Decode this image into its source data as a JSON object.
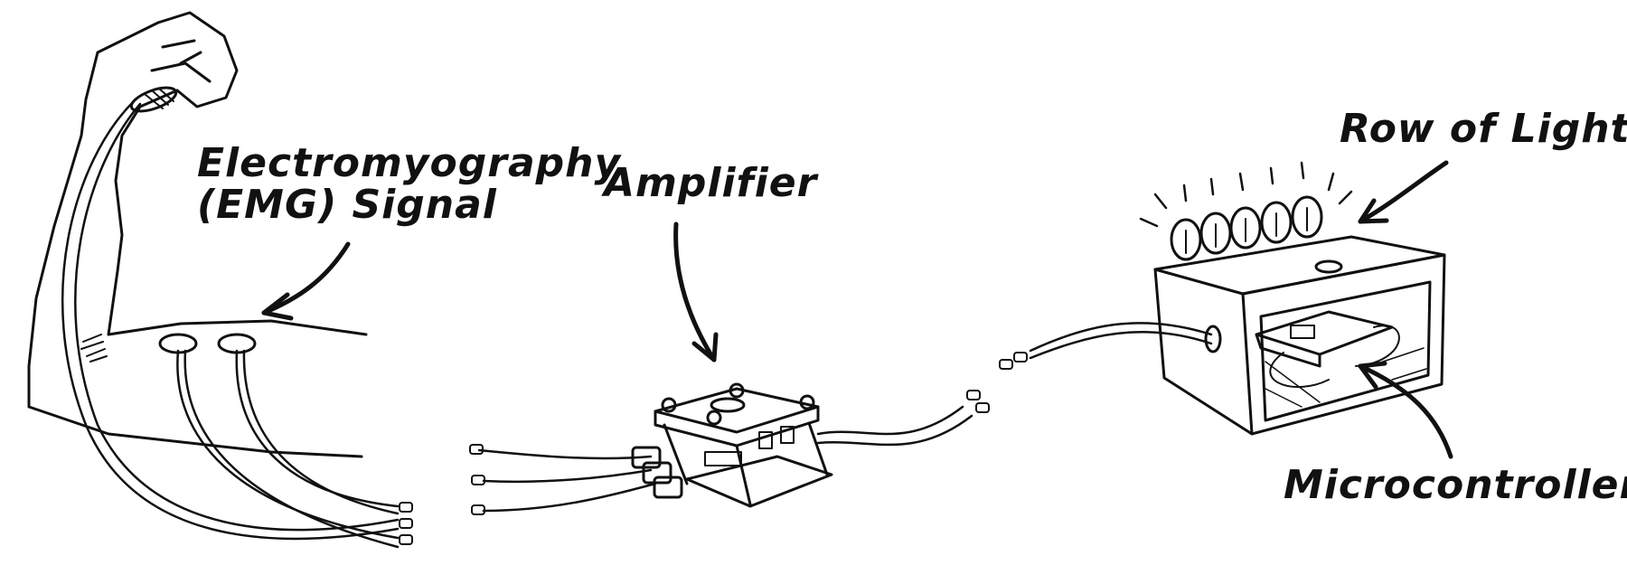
{
  "labels": {
    "emg_line1": "Electromyography",
    "emg_line2": "(EMG) Signal",
    "amplifier": "Amplifier",
    "row_of_lights": "Row of Lights",
    "microcontroller": "Microcontroller"
  },
  "colors": {
    "ink": "#111111",
    "paper": "#ffffff"
  }
}
